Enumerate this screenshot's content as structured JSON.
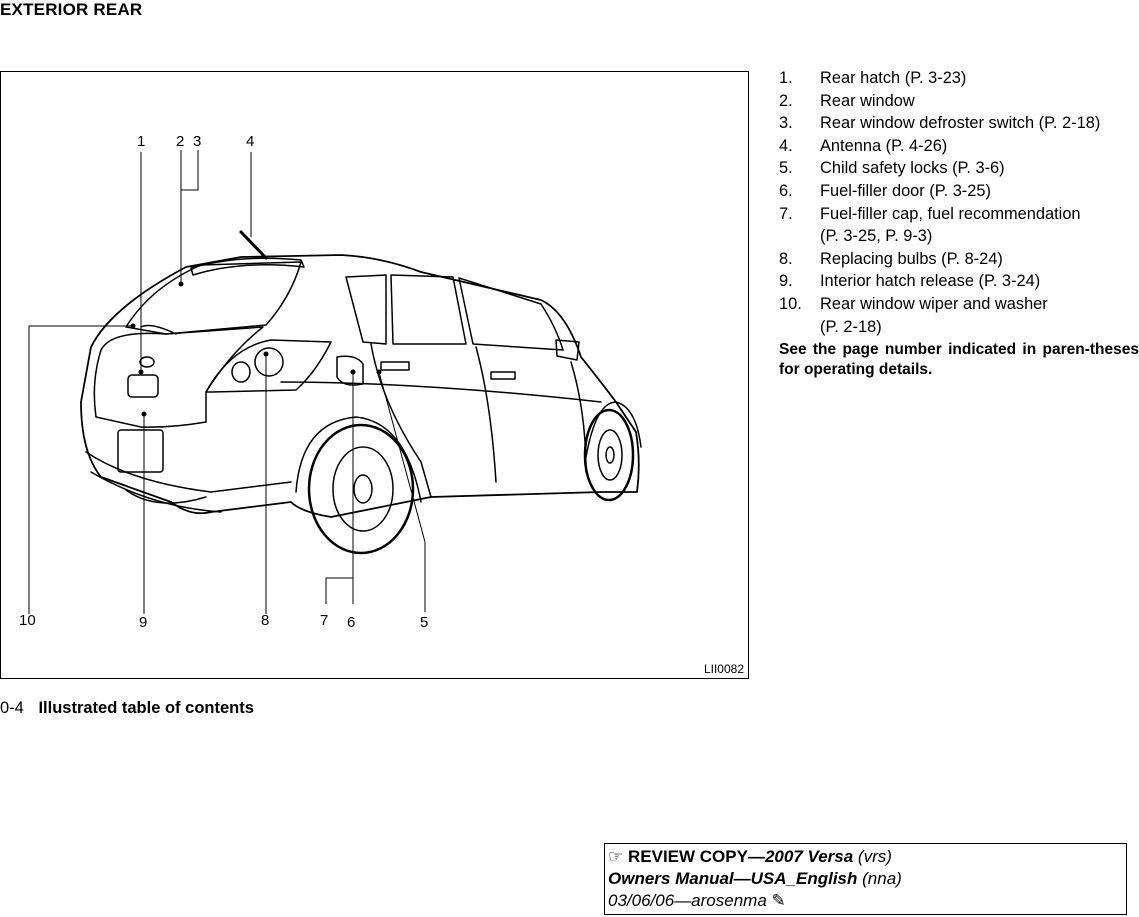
{
  "page": {
    "section_title": "EXTERIOR REAR",
    "figure_code": "LII0082",
    "callouts": [
      "1",
      "2",
      "3",
      "4",
      "5",
      "6",
      "7",
      "8",
      "9",
      "10"
    ],
    "legend": [
      {
        "num": "1.",
        "text": "Rear hatch (P. 3-23)"
      },
      {
        "num": "2.",
        "text": "Rear window"
      },
      {
        "num": "3.",
        "text": "Rear window defroster switch (P. 2-18)"
      },
      {
        "num": "4.",
        "text": "Antenna (P. 4-26)"
      },
      {
        "num": "5.",
        "text": "Child safety locks (P. 3-6)"
      },
      {
        "num": "6.",
        "text": "Fuel-filler door (P. 3-25)"
      },
      {
        "num": "7.",
        "text": "Fuel-filler cap, fuel recommendation"
      },
      {
        "num": "",
        "text": "(P. 3-25, P. 9-3)"
      },
      {
        "num": "8.",
        "text": "Replacing bulbs (P. 8-24)"
      },
      {
        "num": "9.",
        "text": "Interior hatch release (P. 3-24)"
      },
      {
        "num": "10.",
        "text": "Rear window wiper and washer"
      },
      {
        "num": "",
        "text": "(P. 2-18)"
      }
    ],
    "note": "See the page number indicated in paren-theses for operating details.",
    "footer": {
      "page_number": "0-4",
      "section": "Illustrated table of contents"
    },
    "review": {
      "icon_left": "pointing-hand-icon",
      "icon_right": "pen-icon",
      "line1_label": "REVIEW COPY",
      "line1_dash": "—",
      "line1_model": "2007 Versa",
      "line1_code": "(vrs)",
      "line2_label": "Owners Manual—USA_English",
      "line2_code": "(nna)",
      "line3": "03/06/06—arosenma",
      "hand_glyph": "☞",
      "pen_glyph": "✎"
    }
  }
}
